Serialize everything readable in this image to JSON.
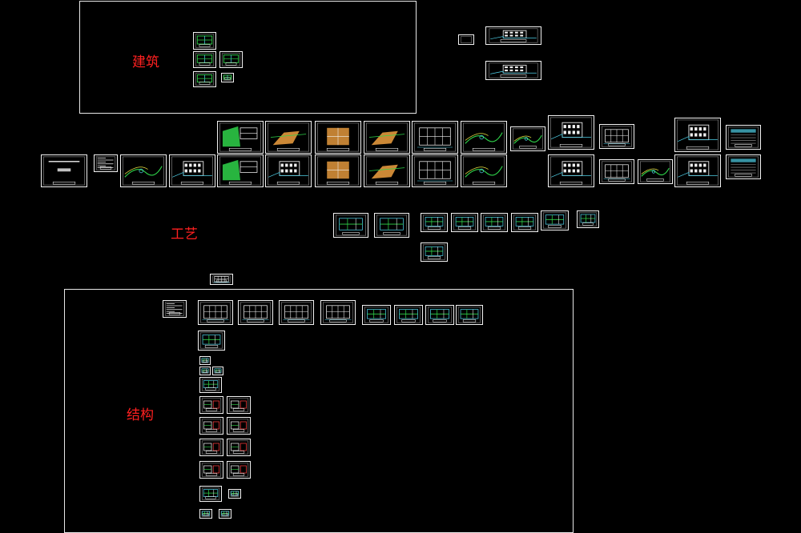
{
  "labels": {
    "architecture": "建筑",
    "process": "工艺",
    "structure": "结构"
  },
  "colors": {
    "background": "#000000",
    "frame": "#f2f2f2",
    "label": "#ff2020",
    "green": "#2fd44a",
    "cyan": "#4fd0e8",
    "orange": "#f0a040",
    "yellow": "#e8e040",
    "grey": "#9a9a9a"
  }
}
